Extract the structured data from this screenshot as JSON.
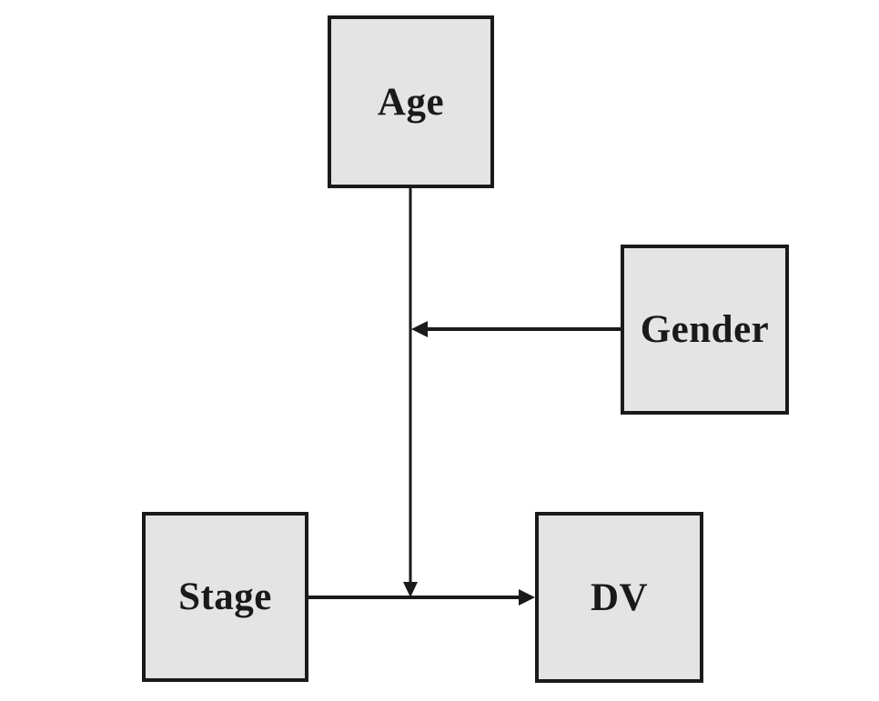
{
  "diagram": {
    "type": "path-model",
    "background": "#ffffff",
    "colors": {
      "box_fill": "#e4e4e4",
      "box_border": "#1a1a1a",
      "arrow": "#1a1a1a",
      "text": "#1a1a1a"
    },
    "nodes": [
      {
        "id": "age",
        "label": "Age"
      },
      {
        "id": "gender",
        "label": "Gender"
      },
      {
        "id": "stage",
        "label": "Stage"
      },
      {
        "id": "dv",
        "label": "DV"
      }
    ],
    "edges": [
      {
        "id": "age-to-stage-dv-path",
        "from": "age",
        "to": "stage-dv arrow",
        "direction": "down",
        "style": "arrow"
      },
      {
        "id": "gender-to-age-path",
        "from": "gender",
        "to": "age vertical line",
        "direction": "left",
        "style": "arrow"
      },
      {
        "id": "stage-to-dv",
        "from": "stage",
        "to": "dv",
        "direction": "right",
        "style": "arrow"
      }
    ]
  }
}
